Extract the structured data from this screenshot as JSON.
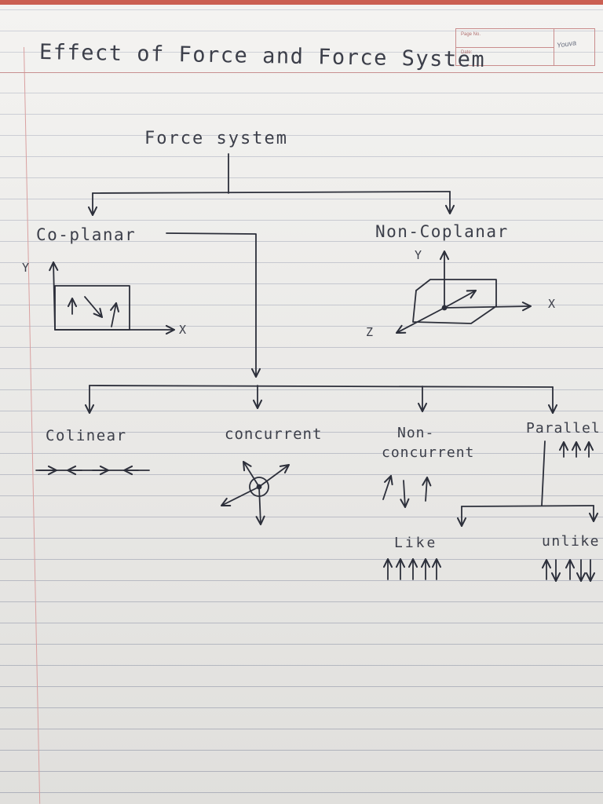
{
  "page": {
    "title": "Effect of Force and Force System",
    "meta": {
      "page_no_label": "Page No.",
      "date_label": "Date:",
      "brand": "Youva"
    }
  },
  "diagram": {
    "root": "Force system",
    "level1": {
      "coplanar": "Co-planar",
      "noncoplanar": "Non-Coplanar"
    },
    "coplanar_axes": {
      "y": "Y",
      "x": "X"
    },
    "noncoplanar_axes": {
      "y": "Y",
      "x": "X",
      "z": "Z"
    },
    "level2": {
      "colinear": "Colinear",
      "concurrent": "concurrent",
      "nonconcurrent": "Non-\nconcurrent",
      "parallel": "Parallel"
    },
    "level3": {
      "like": "Like",
      "unlike": "unlike"
    }
  }
}
